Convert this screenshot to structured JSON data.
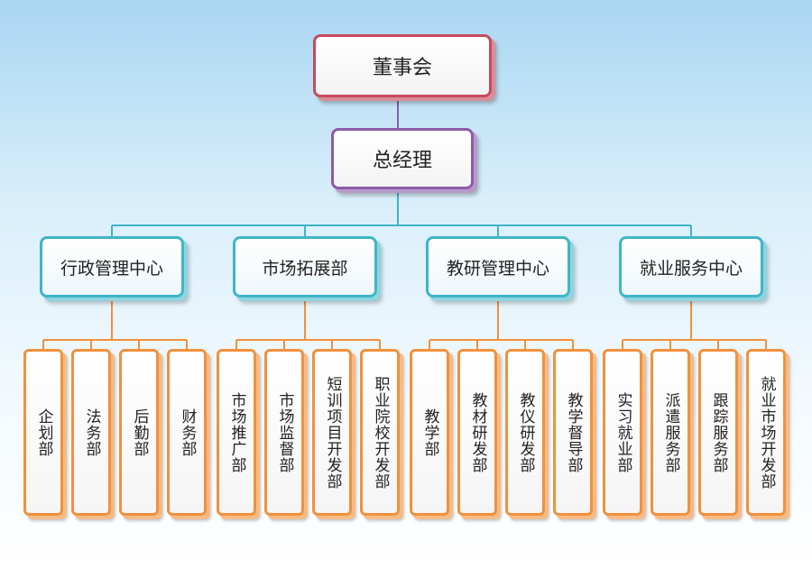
{
  "org": {
    "top": "董事会",
    "general_manager": "总经理",
    "centers": [
      {
        "name": "行政管理中心",
        "departments": [
          "企划部",
          "法务部",
          "后勤部",
          "财务部"
        ]
      },
      {
        "name": "市场拓展部",
        "departments": [
          "市场推广部",
          "市场监督部",
          "短训项目开发部",
          "职业院校开发部"
        ]
      },
      {
        "name": "教研管理中心",
        "departments": [
          "教学部",
          "教材研发部",
          "教仪研发部",
          "教学督导部"
        ]
      },
      {
        "name": "就业服务中心",
        "departments": [
          "实习就业部",
          "派遣服务部",
          "跟踪服务部",
          "就业市场开发部"
        ]
      }
    ]
  },
  "colors": {
    "top_border": "#c74a5e",
    "gm_border": "#8d5ba8",
    "center_border": "#3fb5c6",
    "dept_border": "#f1913d",
    "connector_purple": "#8d5ba8",
    "connector_teal": "#3fb5c6",
    "connector_orange": "#f1913d"
  }
}
